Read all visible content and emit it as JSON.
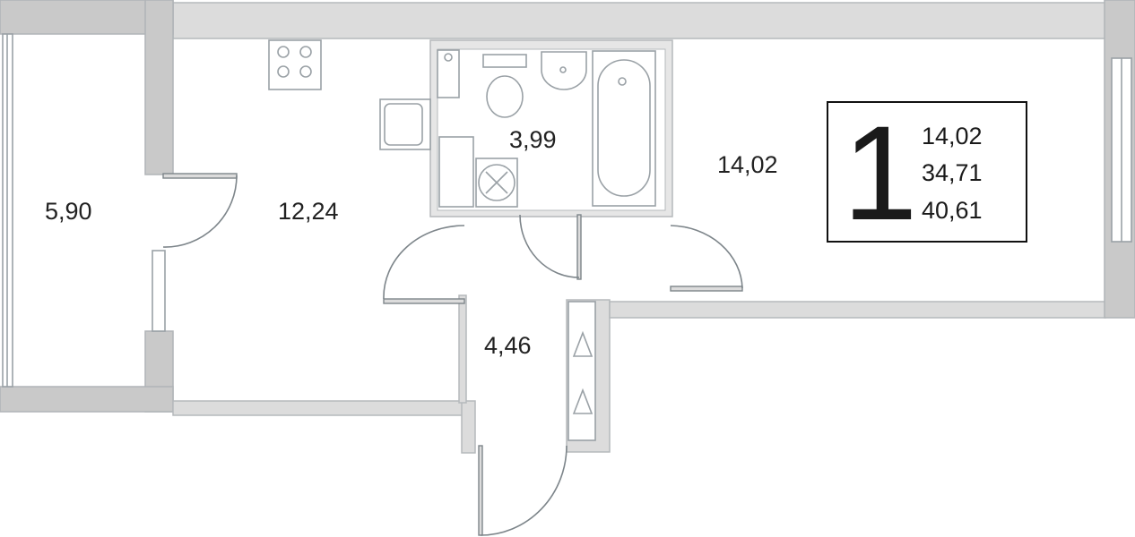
{
  "rooms": {
    "balcony": "5,90",
    "kitchen": "12,24",
    "bathroom": "3,99",
    "bedroom": "14,02",
    "hallway": "4,46"
  },
  "summary": {
    "room_count": "1",
    "living_area": "14,02",
    "total_area": "34,71",
    "total_with_balcony": "40,61"
  }
}
